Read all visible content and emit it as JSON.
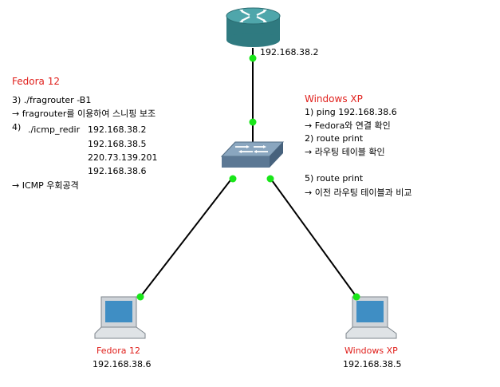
{
  "router": {
    "ip": "192.168.38.2"
  },
  "fedora_notes": {
    "title": "Fedora 12",
    "step3": "3)  ./fragrouter  -B1",
    "step3_note": "→ fragrouter를 이용하여 스니핑 보조",
    "step4_label": "4)",
    "step4_cmd": "./icmp_redir",
    "step4_args": [
      "192.168.38.2",
      "192.168.38.5",
      "220.73.139.201",
      "192.168.38.6"
    ],
    "step4_note": "→ ICMP 우회공격"
  },
  "windows_notes": {
    "title": "Windows XP",
    "lines": [
      "1) ping 192.168.38.6",
      "→ Fedora와 연결 확인",
      "2) route print",
      "→ 라우팅 테이블 확인",
      "5) route print",
      "→ 이전 라우팅 테이블과 비교"
    ]
  },
  "hosts": [
    {
      "name": "Fedora 12",
      "ip": "192.168.38.6"
    },
    {
      "name": "Windows XP",
      "ip": "192.168.38.5"
    }
  ],
  "colors": {
    "accent": "#e0201c",
    "link_dot": "#19e619",
    "router": "#3b8a8f",
    "switch": "#6e8aa3"
  }
}
